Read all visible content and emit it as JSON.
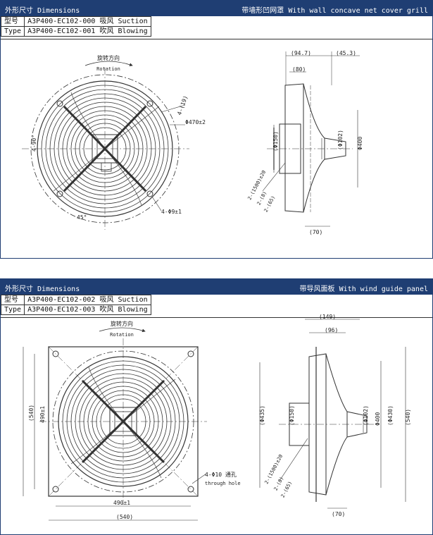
{
  "panels": [
    {
      "header_left": "外形尺寸 Dimensions",
      "header_right": "带墙形凹网罩 With wall concave net cover grill",
      "model_label_cn": "型号",
      "model_label_en": "Type",
      "model_suction": "A3P400-EC102-000 吸风 Suction",
      "model_blowing": "A3P400-EC102-001 吹风 Blowing",
      "rotation_cn": "旋转方向",
      "rotation_en": "Rotation",
      "dims": {
        "holes4": "4-(19)",
        "dia470": "Φ470±2",
        "angle4x90": "4-90°",
        "angle45": "45°",
        "hole9": "4-Φ9±1",
        "d94_7": "(94.7)",
        "d45_3": "(45.3)",
        "d80": "(80)",
        "d150": "(Φ150)",
        "d102": "(Φ102)",
        "d400": "Φ400",
        "cable1": "2-(1500)±20",
        "cable2": "2-(8)",
        "cable3": "2-(65)",
        "d70": "(70)"
      }
    },
    {
      "header_left": "外形尺寸 Dimensions",
      "header_right": "带导风面板 With wind guide panel",
      "model_label_cn": "型号",
      "model_label_en": "Type",
      "model_suction": "A3P400-EC102-002 吸风 Suction",
      "model_blowing": "A3P400-EC102-003 吹风 Blowing",
      "rotation_cn": "旋转方向",
      "rotation_en": "Rotation",
      "dims": {
        "d540v": "(540)",
        "d490v": "490±1",
        "d490h": "490±1",
        "d540h": "(540)",
        "hole10_cn": "4-Φ10 通孔",
        "hole10_en": "through hole",
        "d149": "(149)",
        "d96": "(96)",
        "d435": "(Φ435)",
        "d150": "(Φ150)",
        "d102": "(Φ102)",
        "d430": "(Φ430)",
        "d400": "Φ400",
        "d540s": "(540)",
        "cable1": "2-(1500)±20",
        "cable2": "2-(8)",
        "cable3": "2-(65)",
        "d70": "(70)"
      }
    }
  ],
  "colors": {
    "header_bg": "#1f3e73",
    "header_text": "#ffffff",
    "line": "#333333"
  }
}
